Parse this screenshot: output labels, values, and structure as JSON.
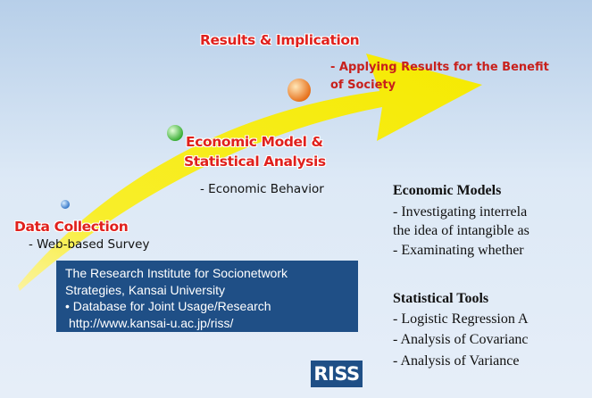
{
  "stages": {
    "results": {
      "title": "Results & Implication",
      "sub_line1": "- Applying Results for the Benefit",
      "sub_line2": "of Society"
    },
    "model": {
      "title_line1": "Economic Model &",
      "title_line2": "Statistical Analysis",
      "sub": "- Economic Behavior"
    },
    "data": {
      "title": "Data Collection",
      "sub": "- Web-based Survey"
    }
  },
  "info_box": {
    "line1": "The Research Institute for Socionetwork",
    "line2": "Strategies, Kansai University",
    "line3": "•  Database for Joint Usage/Research",
    "line4": "http://www.kansai-u.ac.jp/riss/"
  },
  "logo": {
    "text": "RISS"
  },
  "economic_models": {
    "heading": "Economic Models",
    "line1": "- Investigating interrela",
    "line2": "the idea of intangible as",
    "line3": "- Examinating whether"
  },
  "statistical_tools": {
    "heading": "Statistical Tools",
    "line1": "- Logistic Regression A",
    "line2": "- Analysis of Covarianc",
    "line3": "- Analysis of Variance"
  },
  "colors": {
    "arrow": "#f7f000",
    "title_red": "#e0211d",
    "box_blue": "#1f4f86",
    "orb_blue": "#4a90e2",
    "orb_green": "#46c93a",
    "orb_orange": "#f7941d"
  }
}
